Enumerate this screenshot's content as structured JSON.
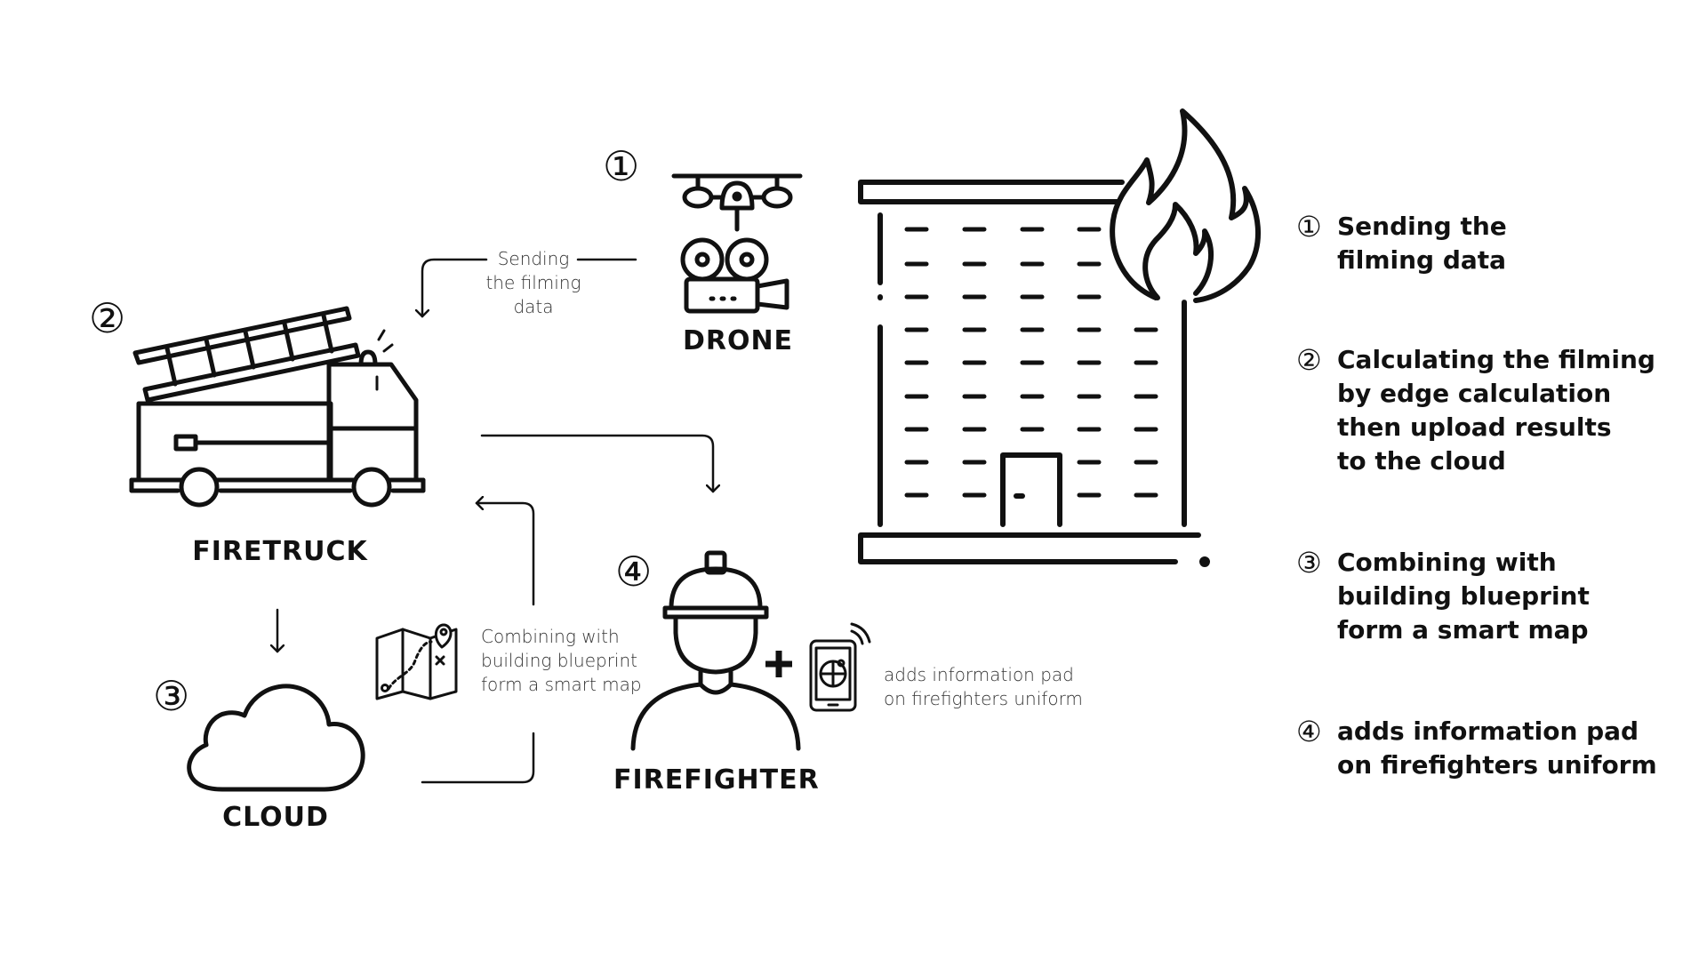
{
  "nodes": {
    "drone": {
      "number": "①",
      "label": "DRONE"
    },
    "firetruck": {
      "number": "②",
      "label": "FIRETRUCK"
    },
    "cloud": {
      "number": "③",
      "label": "CLOUD"
    },
    "firefighter": {
      "number": "④",
      "label": "FIREFIGHTER"
    }
  },
  "captions": {
    "drone_to_truck": "Sending\nthe filming\ndata",
    "cloud_to_truck": "Combining with\nbuilding blueprint\nform a smart map",
    "info_pad": "adds information pad\non firefighters uniform"
  },
  "plus_sign": "+",
  "legend": [
    {
      "number": "①",
      "text": "Sending the\nfilming data"
    },
    {
      "number": "②",
      "text": "Calculating the filming\nby edge calculation\nthen upload results\nto the cloud"
    },
    {
      "number": "③",
      "text": "Combining with\nbuilding blueprint\nform a smart map"
    },
    {
      "number": "④",
      "text": "adds information pad\non firefighters uniform"
    }
  ],
  "icons": [
    "drone-icon",
    "burning-building-icon",
    "flame-icon",
    "firetruck-icon",
    "cloud-icon",
    "firefighter-icon",
    "map-icon",
    "tablet-icon",
    "plus-icon"
  ]
}
